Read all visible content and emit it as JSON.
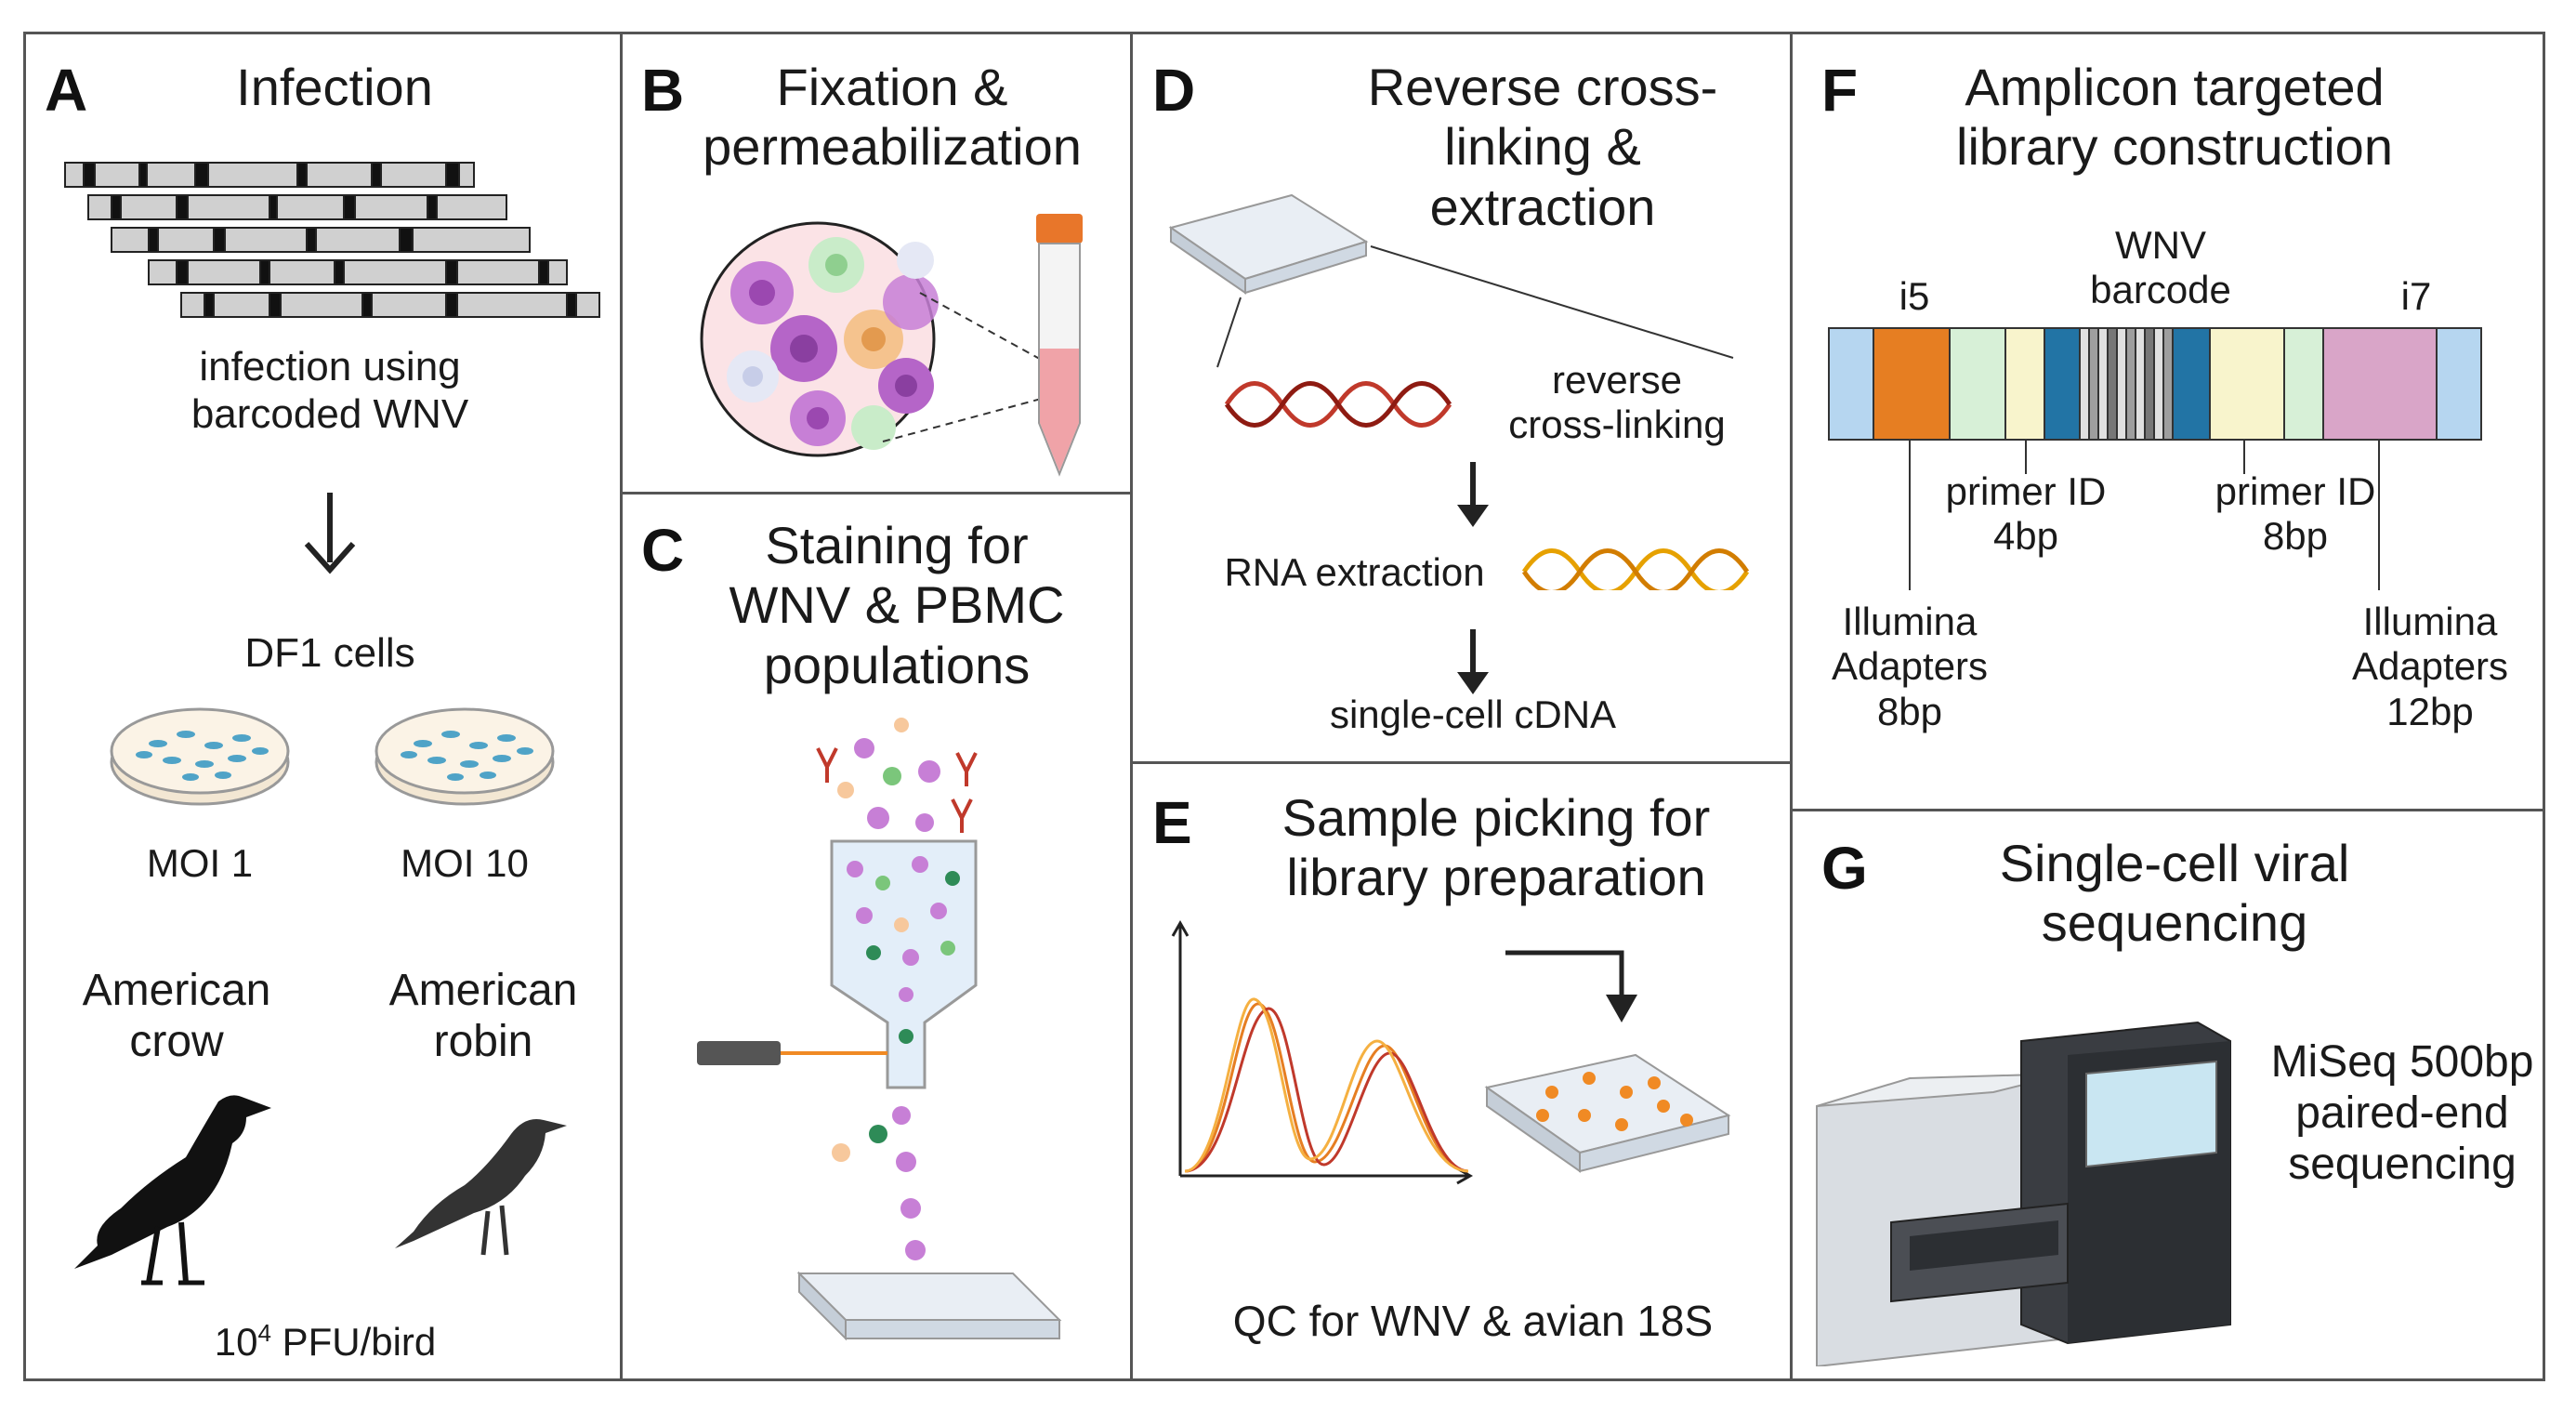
{
  "panels": {
    "A": {
      "letter": "A",
      "title": "Infection",
      "step1": "infection using barcoded WNV",
      "cells_label": "DF1 cells",
      "moi_low": "MOI 1",
      "moi_high": "MOI 10",
      "bird1": "American crow",
      "bird2": "American robin",
      "dose_base": "10",
      "dose_exp": "4",
      "dose_unit": " PFU/bird"
    },
    "B": {
      "letter": "B",
      "title": "Fixation & permeabilization"
    },
    "C": {
      "letter": "C",
      "title": "Staining for WNV & PBMC populations"
    },
    "D": {
      "letter": "D",
      "title": "Reverse cross-linking & extraction",
      "step1": "reverse cross-linking",
      "step2": "RNA extraction",
      "step3": "single-cell cDNA"
    },
    "E": {
      "letter": "E",
      "title": "Sample picking for library preparation",
      "qc": "QC for WNV & avian 18S"
    },
    "F": {
      "letter": "F",
      "title": "Amplicon targeted library construction",
      "i5": "i5",
      "barcode": "WNV barcode",
      "i7": "i7",
      "primer1": "primer ID 4bp",
      "primer2": "primer ID 8bp",
      "adapter1": "Illumina Adapters 8bp",
      "adapter2": "Illumina Adapters 12bp"
    },
    "G": {
      "letter": "G",
      "title": "Single-cell viral sequencing",
      "instrument": "MiSeq 500bp paired-end sequencing"
    }
  },
  "colors": {
    "border": "#555555",
    "adapter_blue": "#b6d6f0",
    "i5_orange": "#e67e22",
    "light_green": "#d7f0d7",
    "cream": "#f8f4cc",
    "teal": "#2274a5",
    "i7_pink": "#d9a5c8",
    "dna_red": "#c0392b",
    "dna_orange": "#e6a100",
    "purple_cell": "#c77fd6",
    "dot_orange": "#f08a24"
  }
}
